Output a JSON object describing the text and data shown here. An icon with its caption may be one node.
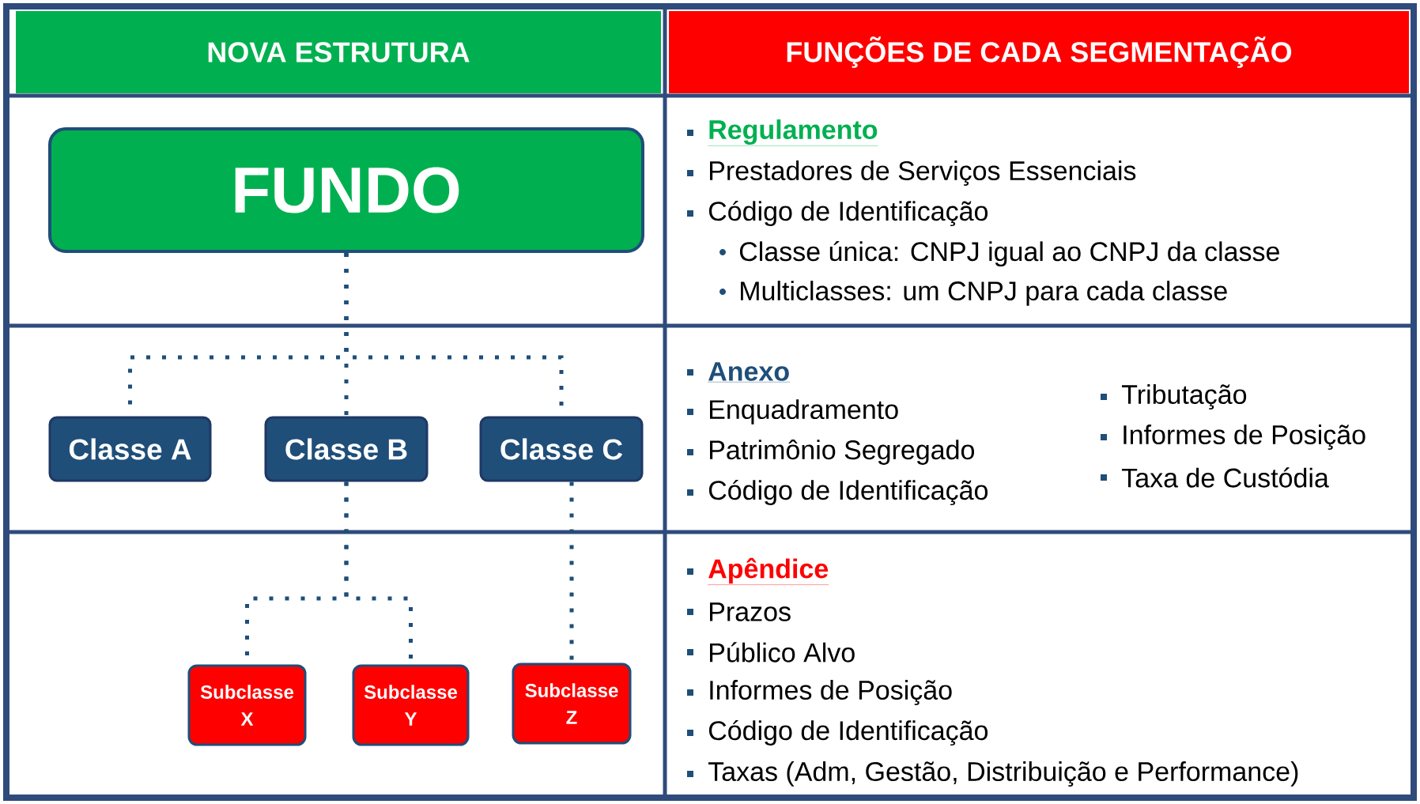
{
  "diagram": {
    "nodes": [
      {
        "text": [
          "NOVA ESTRUTURA"
        ]
      },
      {
        "text": [
          "FUNÇÕES DE CADA SEGMENTAÇÃO"
        ]
      },
      {
        "text": [
          "FUNDO"
        ]
      },
      {
        "text": [
          "Regulamento",
          "Prestadores de Serviços Essenciais",
          "Código de Identificação",
          "Classe única: CNPJ igual ao CNPJ da classe",
          "Multiclasses: um CNPJ para cada classe"
        ]
      },
      {
        "text": [
          "Classe A"
        ]
      },
      {
        "text": [
          "Classe B"
        ]
      },
      {
        "text": [
          "Classe C"
        ]
      },
      {
        "text": [
          "Anexo",
          "Enquadramento",
          "Patrimônio Segregado",
          "Código de Identificação",
          "Tributação",
          "Informes de Posição",
          "Taxa de Custódia"
        ]
      },
      {
        "text": [
          "Subclasse X"
        ]
      },
      {
        "text": [
          "Subclasse Y"
        ]
      },
      {
        "text": [
          "Subclasse Z"
        ]
      },
      {
        "text": [
          "Apêndice",
          "Prazos",
          "Público Alvo",
          "Informes de Posição",
          "Código de Identificação",
          "Taxas (Adm, Gestão, Distribuição e Performance)"
        ]
      }
    ],
    "edges": [
      {
        "from": 2,
        "to": 4,
        "arrow": "none",
        "style": "dashed"
      },
      {
        "from": 2,
        "to": 5,
        "arrow": "none",
        "style": "dashed"
      },
      {
        "from": 2,
        "to": 6,
        "arrow": "none",
        "style": "dashed"
      },
      {
        "from": 5,
        "to": 8,
        "arrow": "none",
        "style": "dashed"
      },
      {
        "from": 5,
        "to": 9,
        "arrow": "none",
        "style": "dashed"
      },
      {
        "from": 6,
        "to": 10,
        "arrow": "none",
        "style": "dashed"
      }
    ]
  }
}
